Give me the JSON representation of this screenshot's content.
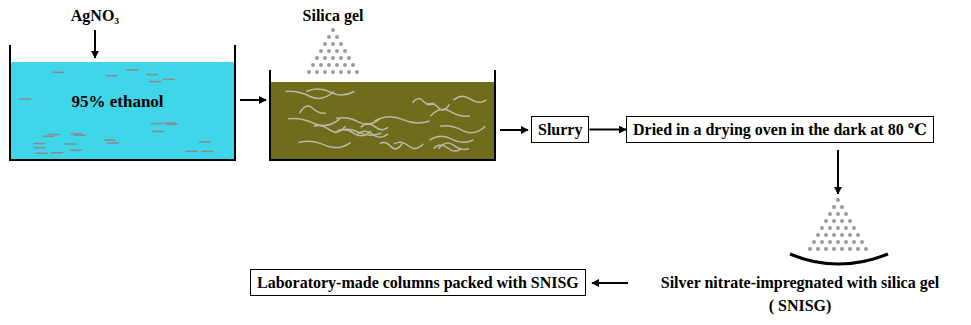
{
  "diagram": {
    "nodes": [
      {
        "text": [
          "95% ethanol"
        ]
      },
      {
        "text": [
          "Slurry"
        ]
      },
      {
        "text": [
          "Dried in a drying oven in the dark at 80 ℃"
        ]
      },
      {
        "text": [
          "Laboratory-made columns packed with SNISG"
        ]
      }
    ],
    "edges": [
      {
        "from": 1,
        "to": 2,
        "arrow": "to"
      }
    ],
    "labels": [
      "AgNO₃",
      "Silica gel",
      "Silver nitrate-impregnated with silica gel",
      "( SNISG)"
    ]
  }
}
